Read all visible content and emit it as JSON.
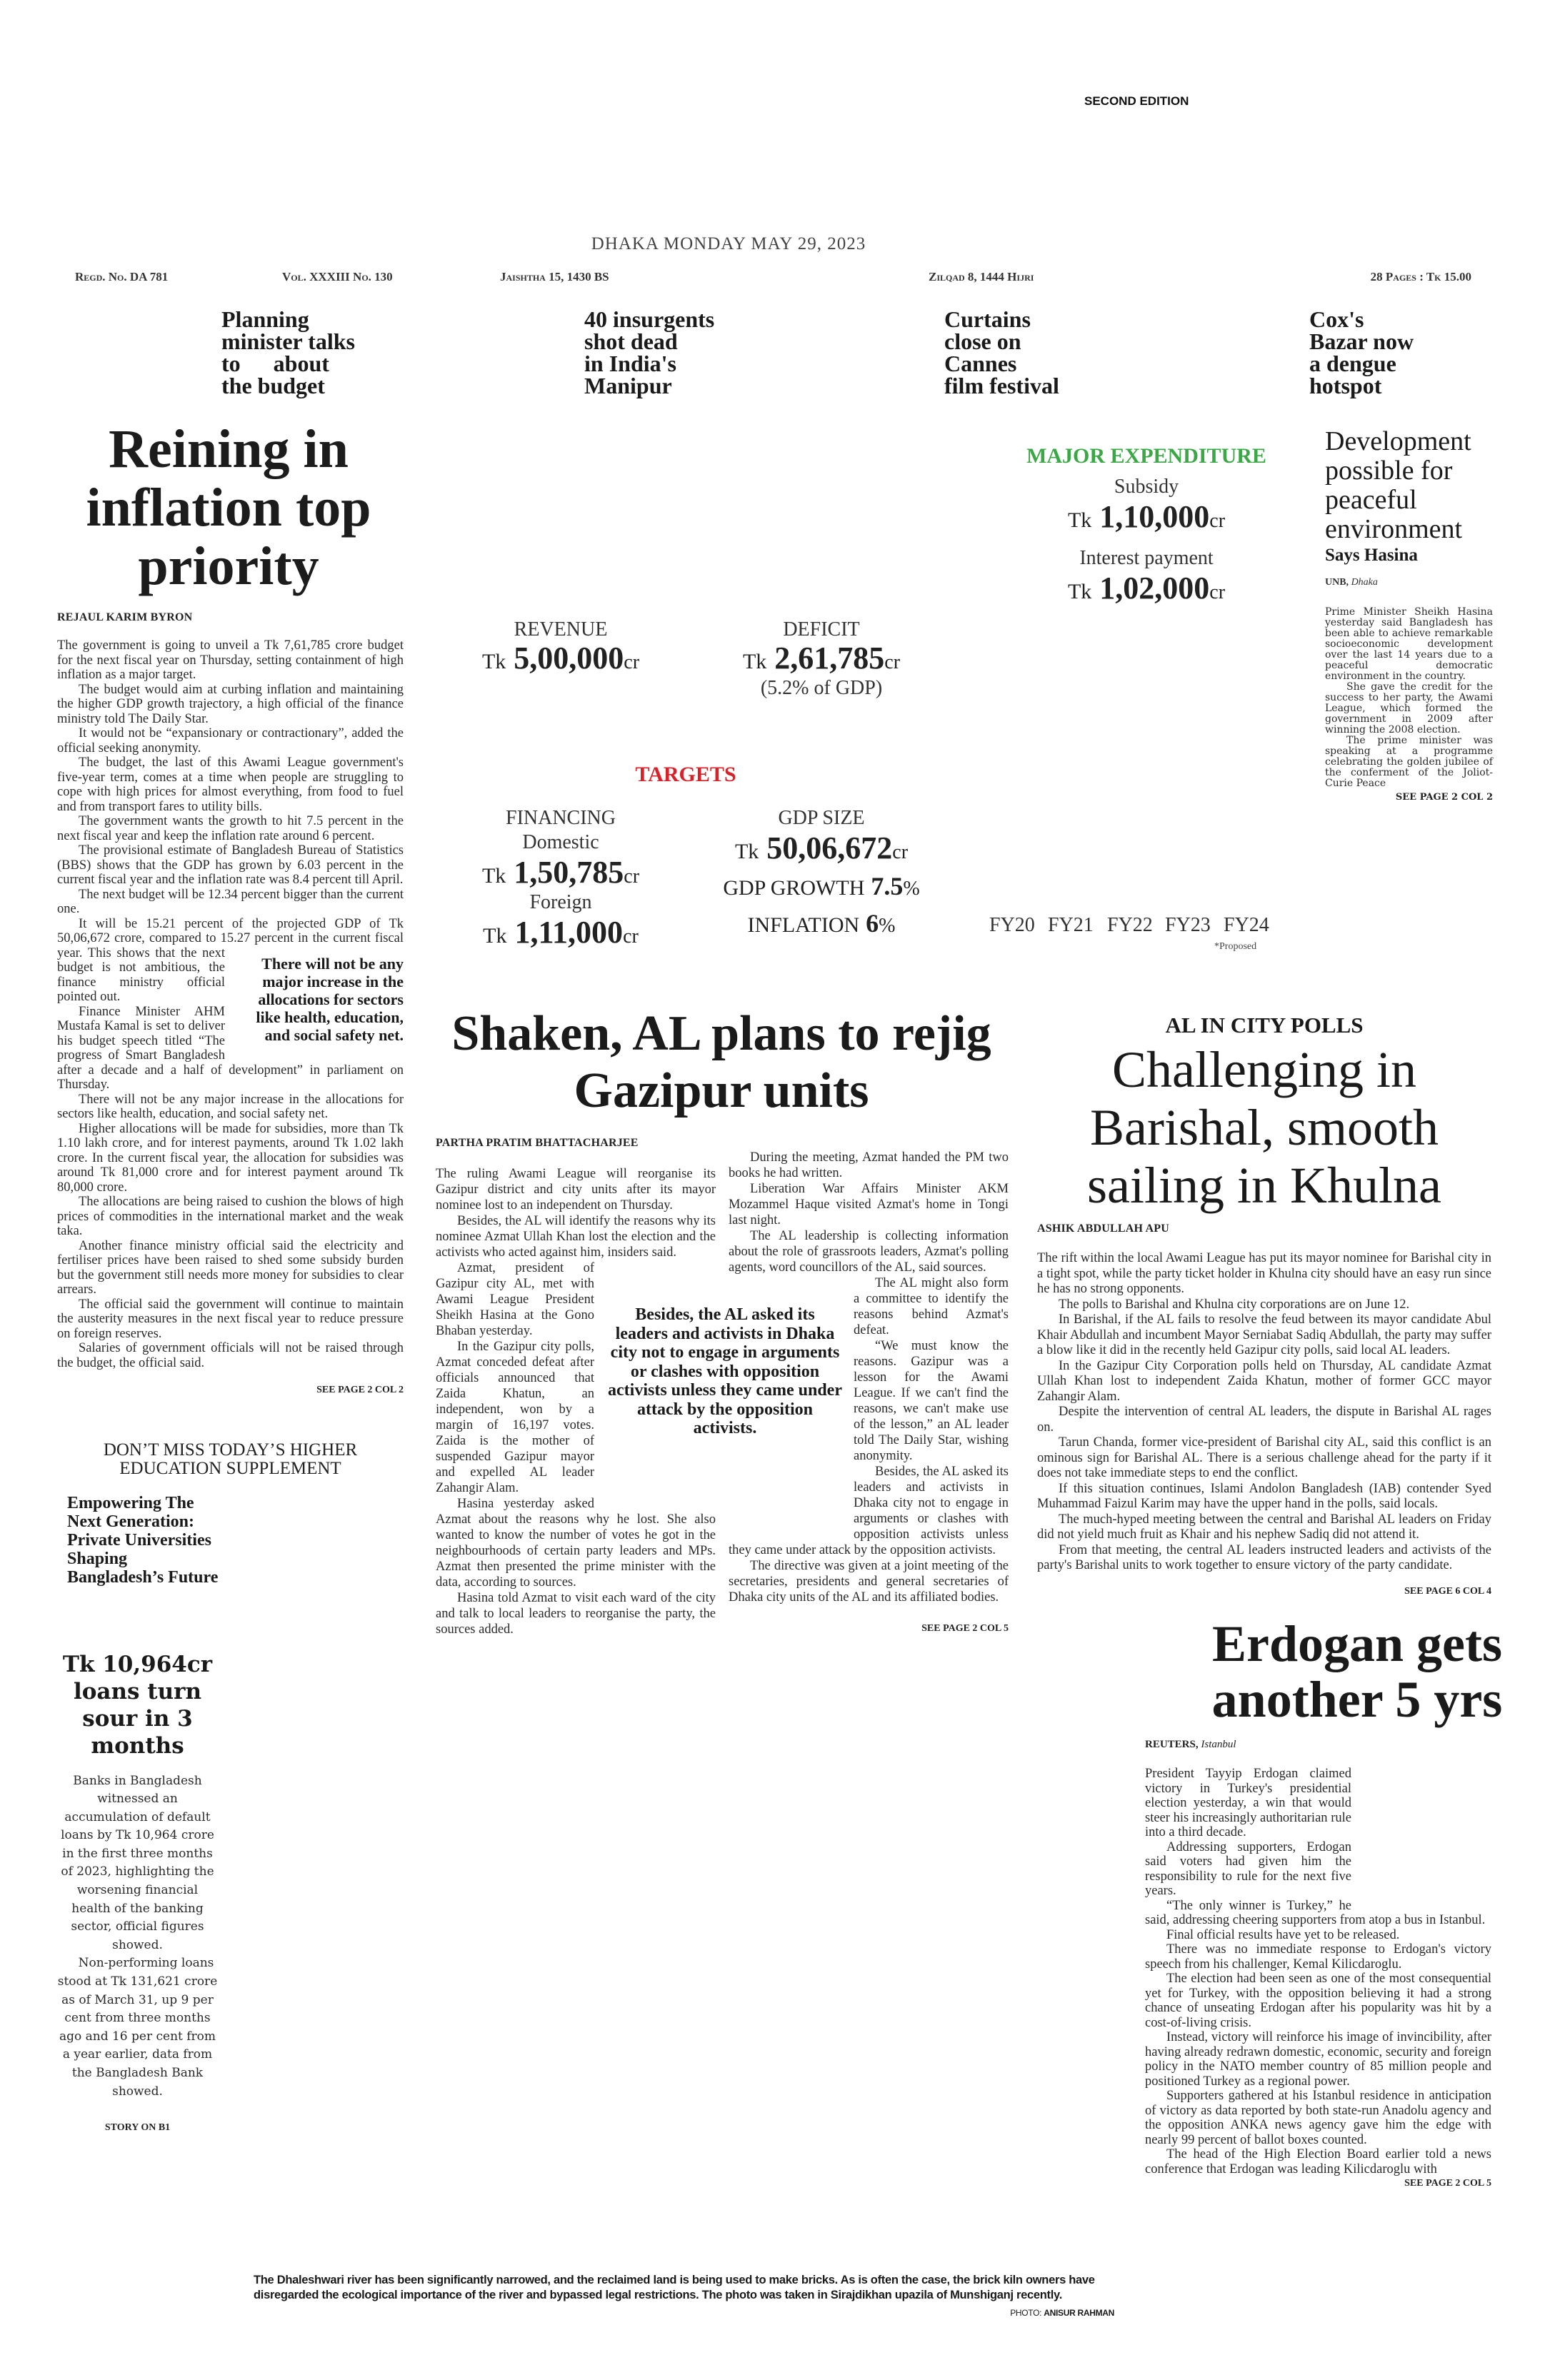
{
  "masthead": {
    "edition": "SECOND EDITION",
    "dateline": "DHAKA MONDAY MAY 29, 2023",
    "regd": "Regd. No. DA 781",
    "volume": "Vol. XXXIII No. 130",
    "bangla_date": "Jaishtha 15, 1430 BS",
    "hijri_date": "Zilqad 8, 1444 Hijri",
    "pages_price": "28 Pages : Tk 15.00"
  },
  "teasers": [
    {
      "lines": [
        "Planning",
        "minister talks",
        "to about",
        "the budget"
      ]
    },
    {
      "lines": [
        "40 insurgents",
        "shot dead",
        "in India's",
        "Manipur"
      ]
    },
    {
      "lines": [
        "Curtains",
        "close on",
        "Cannes",
        "film festival"
      ]
    },
    {
      "lines": [
        "Cox's",
        "Bazar now",
        "a dengue",
        "hotspot"
      ]
    }
  ],
  "lead": {
    "headline": "Reining in inflation top priority",
    "byline": "REJAUL KARIM BYRON",
    "pull_quote": "There will not be any major increase in the allocations for sectors like health, education, and social safety net.",
    "body": [
      "The government is going to unveil a Tk 7,61,785 crore budget for the next fiscal year on Thursday, setting containment of high inflation as a major target.",
      "The budget would aim at curbing inflation and maintaining the higher GDP growth trajectory, a high official of the finance ministry told The Daily Star.",
      "It would not be “expansionary or contractionary”, added the official seeking anonymity.",
      "The budget, the last of this Awami League government's five-year term, comes at a time when people are struggling to cope with high prices for almost everything, from food to fuel and from transport fares to utility bills.",
      "The government wants the growth to hit 7.5 percent in the next fiscal year and keep the inflation rate around 6 percent.",
      "The provisional estimate of Bangladesh Bureau of Statistics (BBS) shows that the GDP has grown by 6.03 percent in the current fiscal year and the inflation rate was 8.4 percent till April.",
      "The next budget will be 12.34 percent bigger than the current one.",
      "It will be 15.21 percent of the projected GDP of Tk 50,06,672 crore, compared to 15.27 percent in the current fiscal year. This shows that the next budget is not ambitious, the finance ministry official pointed out.",
      "Finance Minister AHM Mustafa Kamal is set to deliver his budget speech titled “The progress of Smart Bangladesh after a decade and a half of development” in parliament on Thursday.",
      "There will not be any major increase in the allocations for sectors like health, education, and social safety net.",
      "Higher allocations will be made for subsidies, more than Tk 1.10 lakh crore, and for interest payments, around Tk 1.02 lakh crore. In the current fiscal year, the allocation for subsidies was around Tk 81,000 crore and for interest payment around Tk 80,000 crore.",
      "The allocations are being raised to cushion the blows of high prices of commodities in the international market and the weak taka.",
      "Another finance ministry official said the electricity and fertiliser prices have been raised to shed some subsidy burden but the government still needs more money for subsidies to clear arrears.",
      "The official said the government will continue to maintain the austerity measures in the next fiscal year to reduce pressure on foreign reserves.",
      "Salaries of government officials will not be raised through the budget, the official said."
    ],
    "jump": "SEE PAGE 2 COL 2"
  },
  "budget_graphic": {
    "major_expenditure_title": "MAJOR EXPENDITURE",
    "accent_green": "#3aa845",
    "accent_red": "#d82128",
    "subsidy_label": "Subsidy",
    "subsidy_value": "1,10,000",
    "interest_label": "Interest payment",
    "interest_value": "1,02,000",
    "revenue_label": "REVENUE",
    "revenue_value": "5,00,000",
    "deficit_label": "DEFICIT",
    "deficit_value": "2,61,785",
    "deficit_note": "(5.2% of GDP)",
    "targets_title": "TARGETS",
    "financing_label": "FINANCING",
    "domestic_label": "Domestic",
    "domestic_value": "1,50,785",
    "foreign_label": "Foreign",
    "foreign_value": "1,11,000",
    "gdp_size_label": "GDP SIZE",
    "gdp_size_value": "50,06,672",
    "gdp_growth_label": "GDP GROWTH",
    "gdp_growth_value": "7.5",
    "inflation_label": "INFLATION",
    "inflation_value": "6",
    "currency": "Tk",
    "unit": "cr",
    "percent": "%",
    "fiscal_years": [
      "FY20",
      "FY21",
      "FY22",
      "FY23",
      "FY24"
    ],
    "proposed_note": "*Proposed"
  },
  "hasina": {
    "headline": "Development possible for peaceful environment",
    "subhead": "Says Hasina",
    "agency": "UNB,",
    "place": "Dhaka",
    "body": [
      "Prime Minister Sheikh Hasina yesterday said Bangladesh has been able to achieve remarkable socioeconomic development over the last 14 years due to a peaceful democratic environment in the country.",
      "She gave the credit for the success to her party, the Awami League, which formed the government in 2009 after winning the 2008 election.",
      "The prime minister was speaking at a programme celebrating the golden jubilee of the conferment of the Joliot-Curie Peace"
    ],
    "jump": "SEE PAGE 2 COL 2"
  },
  "gazipur": {
    "headline": "Shaken, AL plans to rejig Gazipur units",
    "byline": "PARTHA PRATIM BHATTACHARJEE",
    "pull_quote": "Besides, the AL asked its leaders and activists in Dhaka city not to engage in arguments or clashes with opposition activists unless they came under attack by the opposition activists.",
    "col1": [
      "The ruling Awami League will reorganise its Gazipur district and city units after its mayor nominee lost to an independent on Thursday.",
      "Besides, the AL will identify the reasons why its nominee Azmat Ullah Khan lost the election and the activists who acted against him, insiders said.",
      "Azmat, president of Gazipur city AL, met with Awami League President Sheikh Hasina at the Gono Bhaban yesterday.",
      "In the Gazipur city polls, Azmat conceded defeat after officials announced that Zaida Khatun, an independent, won by a margin of 16,197 votes. Zaida is the mother of suspended Gazipur mayor and expelled AL leader Zahangir Alam.",
      "Hasina yesterday asked Azmat about the reasons why he lost. She also wanted to know the number of votes he got in the neighbourhoods of certain party leaders and MPs. Azmat then presented the prime minister with the data, according to sources.",
      "Hasina told Azmat to visit each ward of the city and talk to local leaders to reorganise the party, the sources added."
    ],
    "col2": [
      "During the meeting, Azmat handed the PM two books he had written.",
      "Liberation War Affairs Minister AKM Mozammel Haque visited Azmat's home in Tongi last night.",
      "The AL leadership is collecting information about the role of grassroots leaders, Azmat's polling agents, word councillors of the AL, said sources.",
      "The AL might also form a committee to identify the reasons behind Azmat's defeat.",
      "“We must know the reasons. Gazipur was a lesson for the Awami League. If we can't find the reasons, we can't make use of the lesson,” an AL leader told The Daily Star, wishing anonymity.",
      "Besides, the AL asked its leaders and activists in Dhaka city not to engage in arguments or clashes with opposition activists unless they came under attack by the opposition activists.",
      "The directive was given at a joint meeting of the secretaries, presidents and general secretaries of Dhaka city units of the AL and its affiliated bodies."
    ],
    "jump": "SEE PAGE 2 COL 5"
  },
  "barishal": {
    "kicker": "AL IN CITY POLLS",
    "headline": "Challenging in Barishal, smooth sailing in Khulna",
    "byline": "ASHIK ABDULLAH APU",
    "body": [
      "The rift within the local Awami League has put its mayor nominee for Barishal city in a tight spot, while the party ticket holder in Khulna city should have an easy run since he has no strong opponents.",
      "The polls to Barishal and Khulna city corporations are on June 12.",
      "In Barishal, if the AL fails to resolve the feud between its mayor candidate Abul Khair Abdullah and incumbent Mayor Serniabat Sadiq Abdullah, the party may suffer a blow like it did in the recently held Gazipur city polls, said local AL leaders.",
      "In the Gazipur City Corporation polls held on Thursday, AL candidate Azmat Ullah Khan lost to independent Zaida Khatun, mother of former GCC mayor Zahangir Alam.",
      "Despite the intervention of central AL leaders, the dispute in Barishal AL rages on.",
      "Tarun Chanda, former vice-president of Barishal city AL, said this conflict is an ominous sign for Barishal AL. There is a serious challenge ahead for the party if it does not take immediate steps to end the conflict.",
      "If this situation continues, Islami Andolon Bangladesh (IAB) contender Syed Muhammad Faizul Karim may have the upper hand in the polls, said locals.",
      "The much-hyped meeting between the central and Barishal AL leaders on Friday did not yield much fruit as Khair and his nephew Sadiq did not attend it.",
      "From that meeting, the central AL leaders instructed leaders and activists of the party's Barishal units to work together to ensure victory of the party candidate."
    ],
    "jump": "SEE PAGE 6 COL 4"
  },
  "supplement": {
    "promo": "DON’T MISS TODAY’S HIGHER EDUCATION SUPPLEMENT",
    "title_lines": [
      "Empowering The",
      "Next Generation:",
      "Private Universities",
      "Shaping",
      "Bangladesh’s Future"
    ]
  },
  "loans": {
    "headline": "Tk 10,964cr loans turn sour in 3 months",
    "body": [
      "Banks in Bangladesh witnessed an accumulation of default loans by Tk 10,964 crore in the first three months of 2023, highlighting the worsening financial health of the banking sector, official figures showed.",
      "Non-performing loans stood at Tk 131,621 crore as of March 31, up 9 per cent from three months ago and 16 per cent from a year earlier, data from the Bangladesh Bank showed."
    ],
    "jump": "STORY ON B1"
  },
  "erdogan": {
    "headline": "Erdogan gets another 5 yrs",
    "agency": "REUTERS,",
    "place": "Istanbul",
    "body": [
      "President Tayyip Erdogan claimed victory in Turkey's presidential election yesterday, a win that would steer his increasingly authoritarian rule into a third decade.",
      "Addressing supporters, Erdogan said voters had given him the responsibility to rule for the next five years.",
      "“The only winner is Turkey,” he said, addressing cheering supporters from atop a bus in Istanbul.",
      "Final official results have yet to be released.",
      "There was no immediate response to Erdogan's victory speech from his challenger, Kemal Kilicdaroglu.",
      "The election had been seen as one of the most consequential yet for Turkey, with the opposition believing it had a strong chance of unseating Erdogan after his popularity was hit by a cost-of-living crisis.",
      "Instead, victory will reinforce his image of invincibility, after having already redrawn domestic, economic, security and foreign policy in the NATO member country of 85 million people and positioned Turkey as a regional power.",
      "Supporters gathered at his Istanbul residence in anticipation of victory as data reported by both state-run Anadolu agency and the opposition ANKA news agency gave him the edge with nearly 99 percent of ballot boxes counted.",
      "The head of the High Election Board earlier told a news conference that Erdogan was leading Kilicdaroglu with"
    ],
    "jump": "SEE PAGE 2 COL 5"
  },
  "photo_caption": {
    "text": "The Dhaleshwari river has been significantly narrowed, and the reclaimed land is being used to make bricks. As is often the case, the brick kiln owners have disregarded the ecological importance of the river and bypassed legal restrictions. The photo was taken in Sirajdikhan upazila of Munshiganj recently.",
    "credit_label": "PHOTO:",
    "credit_name": "ANISUR RAHMAN"
  }
}
